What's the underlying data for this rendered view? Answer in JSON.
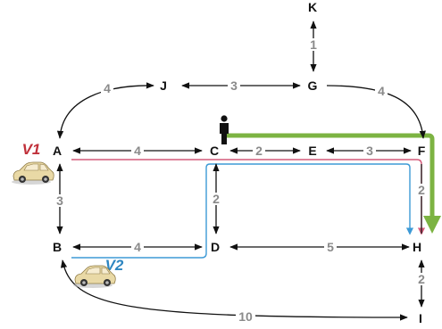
{
  "nodes": {
    "A": "A",
    "B": "B",
    "C": "C",
    "D": "D",
    "E": "E",
    "F": "F",
    "G": "G",
    "H": "H",
    "I": "I",
    "J": "J",
    "K": "K"
  },
  "edges": {
    "A_J": "4",
    "J_G": "3",
    "G_K": "1",
    "G_F": "4",
    "A_C": "4",
    "C_E": "2",
    "E_F": "3",
    "F_H": "2",
    "A_B": "3",
    "C_D": "2",
    "B_D": "4",
    "D_H": "5",
    "H_I": "2",
    "B_I": "10"
  },
  "vehicles": {
    "v1": {
      "label": "V1",
      "color": "#c0303a"
    },
    "v2": {
      "label": "V2",
      "color": "#2e86c1"
    }
  },
  "colors": {
    "passenger_route": "#7cb342",
    "v1_route": "#d45a7a",
    "v2_route": "#3d9ad6",
    "edge": "#111111",
    "weight": "#8a8a8a"
  },
  "icons": {
    "passenger": "person-icon",
    "car": "car-icon"
  }
}
